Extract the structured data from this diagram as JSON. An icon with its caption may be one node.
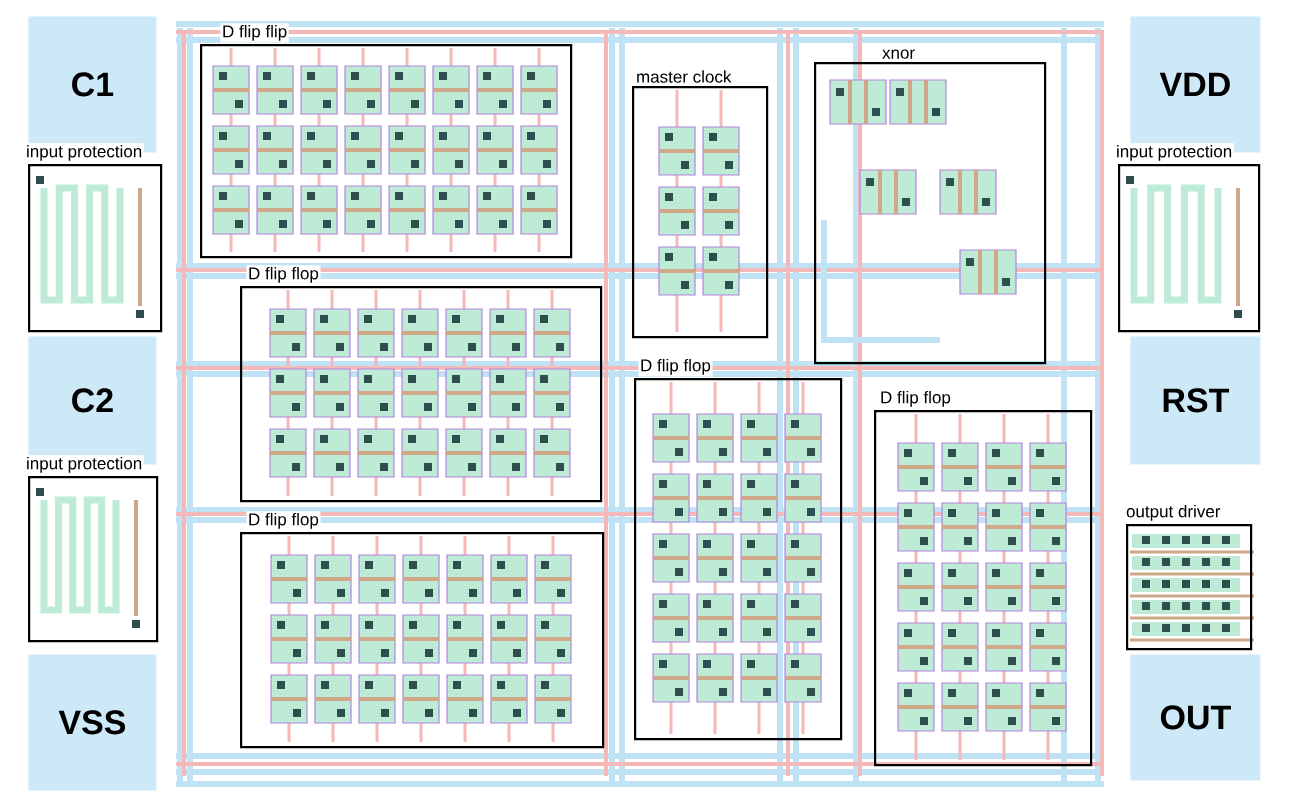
{
  "diagram": {
    "nodes": [
      {
        "text": [
          "C1"
        ]
      },
      {
        "text": [
          "input protection"
        ]
      },
      {
        "text": [
          "C2"
        ]
      },
      {
        "text": [
          "input protection"
        ]
      },
      {
        "text": [
          "VSS"
        ]
      },
      {
        "text": [
          "D flip flip"
        ]
      },
      {
        "text": [
          "D flip flop"
        ]
      },
      {
        "text": [
          "D flip flop"
        ]
      },
      {
        "text": [
          "master clock"
        ]
      },
      {
        "text": [
          "D flip flop"
        ]
      },
      {
        "text": [
          "xnor"
        ]
      },
      {
        "text": [
          "D flip flop"
        ]
      },
      {
        "text": [
          "VDD"
        ]
      },
      {
        "text": [
          "input protection"
        ]
      },
      {
        "text": [
          "RST"
        ]
      },
      {
        "text": [
          "output driver"
        ]
      },
      {
        "text": [
          "OUT"
        ]
      }
    ]
  }
}
